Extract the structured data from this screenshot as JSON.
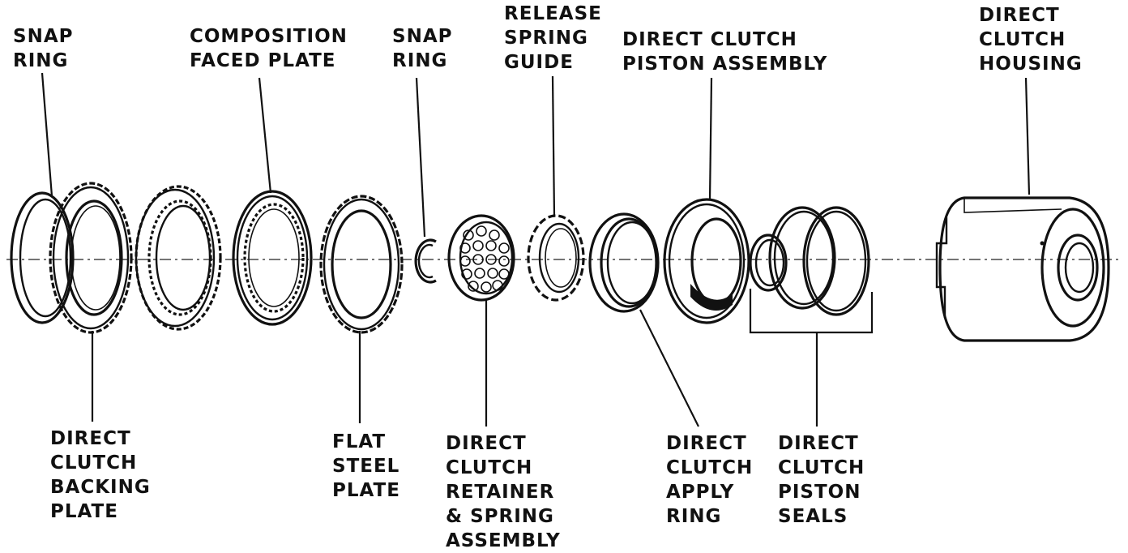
{
  "labels": {
    "snap_ring_left": [
      "SNAP",
      "RING"
    ],
    "composition_plate": [
      "COMPOSITION",
      "FACED PLATE"
    ],
    "snap_ring_mid": [
      "SNAP",
      "RING"
    ],
    "release_spring_guide": [
      "RELEASE",
      "SPRING",
      "GUIDE"
    ],
    "piston_assembly": [
      "DIRECT CLUTCH",
      "PISTON ASSEMBLY"
    ],
    "housing": [
      "DIRECT",
      "CLUTCH",
      "HOUSING"
    ],
    "backing_plate": [
      "DIRECT",
      "CLUTCH",
      "BACKING",
      "PLATE"
    ],
    "flat_steel_plate": [
      "FLAT",
      "STEEL",
      "PLATE"
    ],
    "retainer_spring": [
      "DIRECT",
      "CLUTCH",
      "RETAINER",
      "& SPRING",
      "ASSEMBLY"
    ],
    "apply_ring": [
      "DIRECT",
      "CLUTCH",
      "APPLY",
      "RING"
    ],
    "piston_seals": [
      "DIRECT",
      "CLUTCH",
      "PISTON",
      "SEALS"
    ]
  },
  "colors": {
    "ink": "#111111",
    "paper": "#ffffff"
  }
}
